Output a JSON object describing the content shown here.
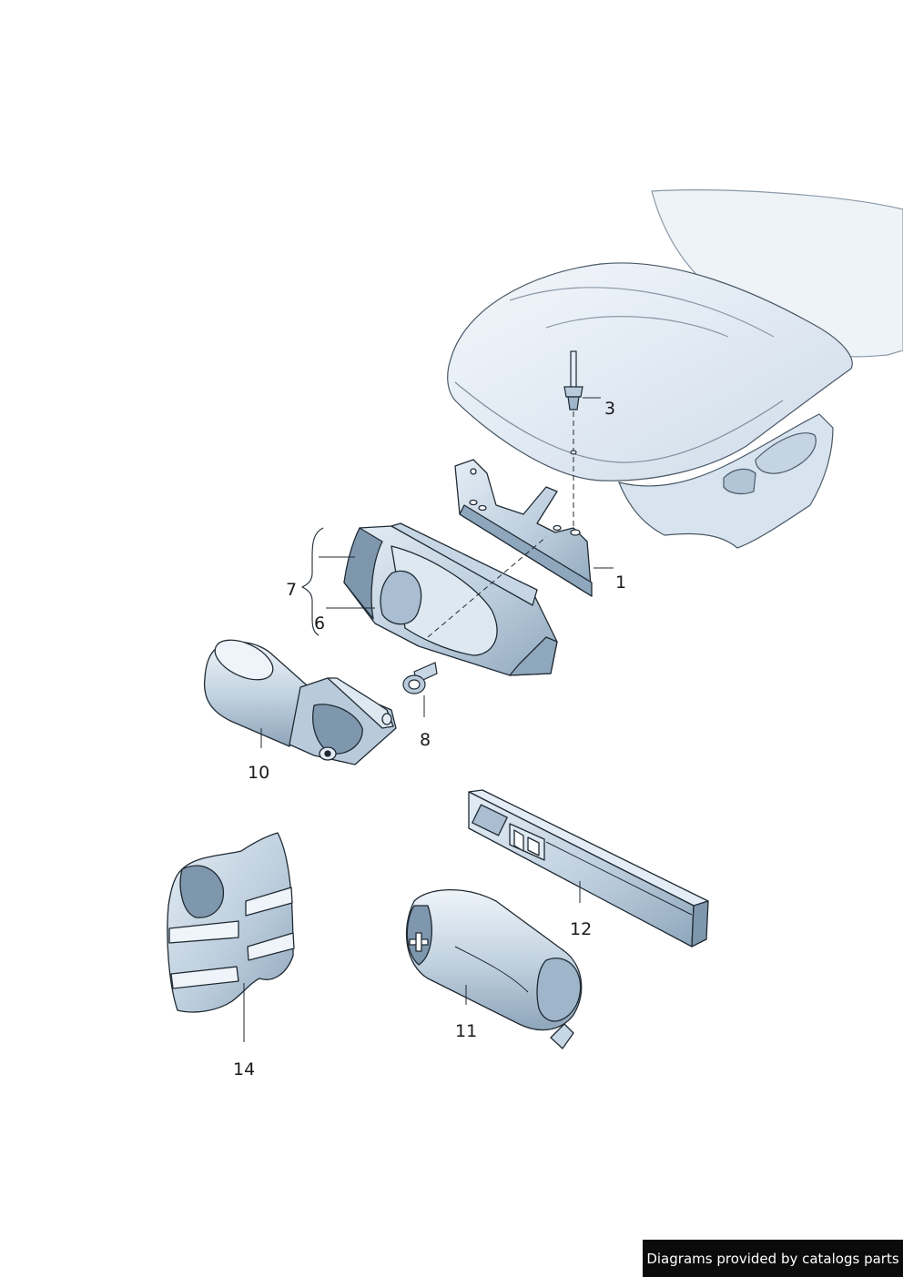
{
  "callouts": {
    "c1": "1",
    "c3": "3",
    "c6": "6",
    "c7": "7",
    "c8": "8",
    "c10": "10",
    "c11": "11",
    "c12": "12",
    "c14": "14"
  },
  "credit": "Diagrams provided by catalogs parts",
  "colors": {
    "part_fill": "#b9cbdb",
    "part_light": "#dde8f1",
    "part_dark": "#7f97ad",
    "outline": "#1f2a33",
    "seat_fill": "#e6edf4"
  }
}
